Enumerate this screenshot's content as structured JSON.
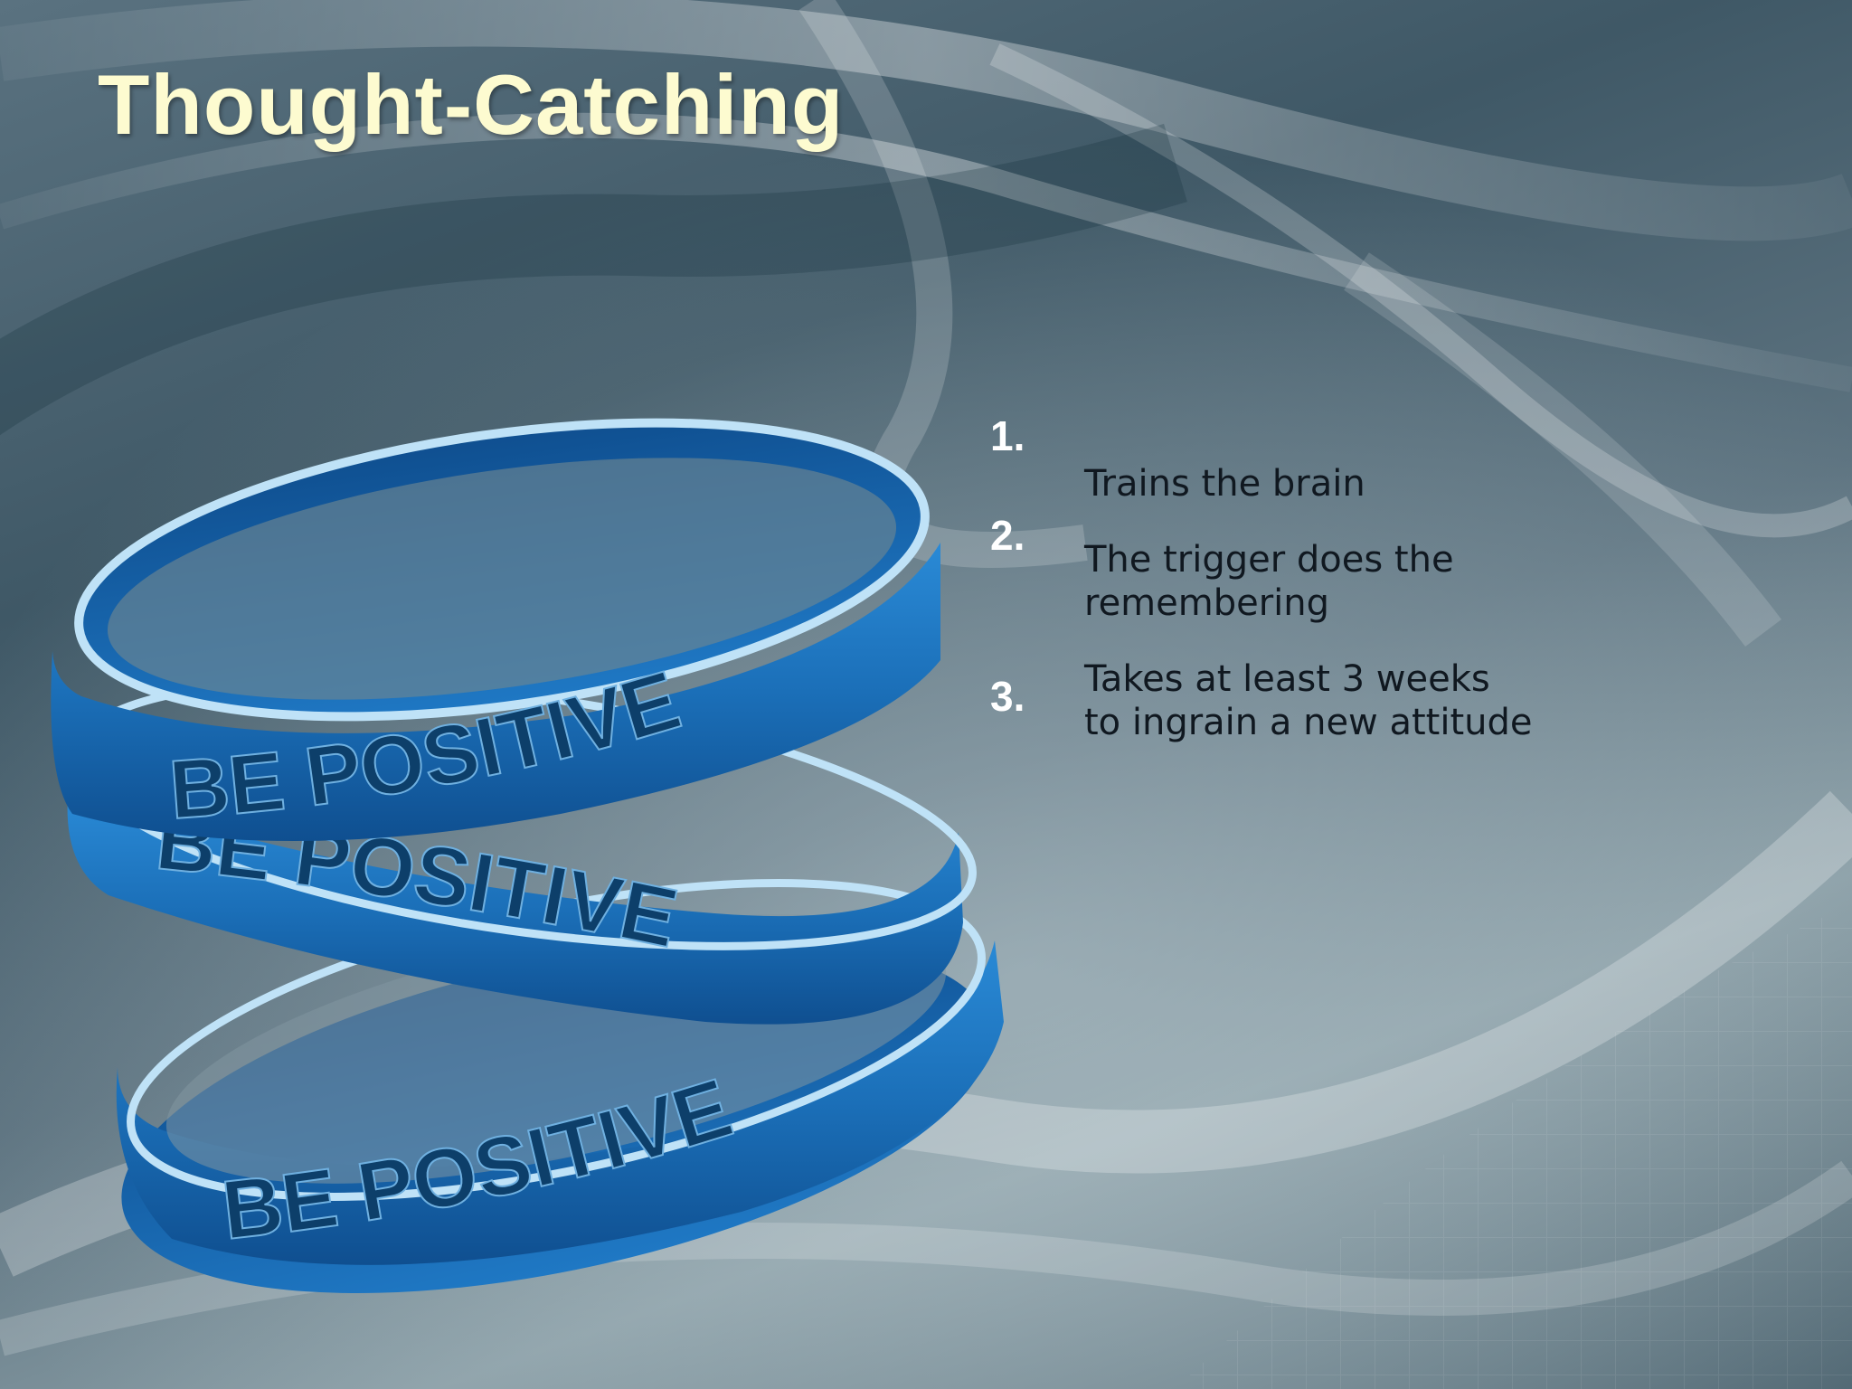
{
  "slide": {
    "title": "Thought-Catching",
    "items": [
      {
        "number": "1.",
        "text": "Trains the brain"
      },
      {
        "number": "2.",
        "text_line1": "The trigger does the",
        "text_line2": "remembering"
      },
      {
        "number": "3.",
        "text_line1": "Takes at least 3 weeks",
        "text_line2": "to ingrain a new attitude"
      }
    ],
    "image": {
      "band_text": "BE POSITIVE",
      "colors": {
        "band": "#1b6fb8",
        "band_dark": "#0f4f90",
        "band_edge": "#bfe2f7",
        "lettering": "#0d3f6a"
      }
    },
    "colors": {
      "title": "#fdfbd0",
      "numbers": "#ffffff",
      "body_text": "#101820"
    }
  }
}
